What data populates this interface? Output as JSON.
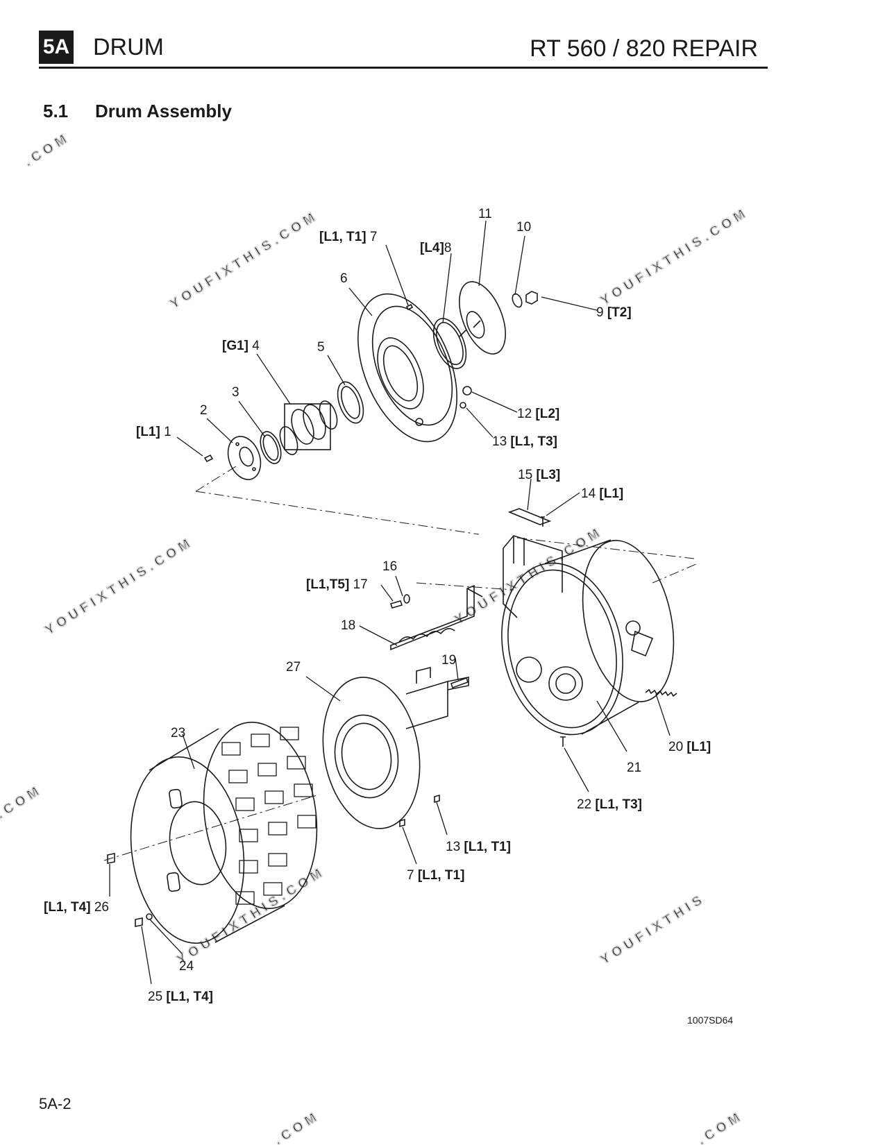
{
  "header": {
    "section_badge": "5A",
    "section_title": "DRUM",
    "document_title": "RT 560 / 820 REPAIR"
  },
  "section": {
    "number": "5.1",
    "title": "Drum Assembly"
  },
  "callouts": [
    {
      "id": "c1",
      "bold": "[L1]",
      "num": "1",
      "order": "bold-first"
    },
    {
      "id": "c2",
      "bold": "",
      "num": "2",
      "order": "num-first"
    },
    {
      "id": "c3",
      "bold": "",
      "num": "3",
      "order": "num-first"
    },
    {
      "id": "c4",
      "bold": "[G1]",
      "num": "4",
      "order": "bold-first"
    },
    {
      "id": "c5",
      "bold": "",
      "num": "5",
      "order": "num-first"
    },
    {
      "id": "c6",
      "bold": "",
      "num": "6",
      "order": "num-first"
    },
    {
      "id": "c7a",
      "bold": "[L1, T1]",
      "num": "7",
      "order": "bold-first"
    },
    {
      "id": "c8",
      "bold": "[L4]",
      "num": "8",
      "order": "bold-first"
    },
    {
      "id": "c9",
      "bold": "[T2]",
      "num": "9",
      "order": "num-first"
    },
    {
      "id": "c10",
      "bold": "",
      "num": "10",
      "order": "num-first"
    },
    {
      "id": "c11",
      "bold": "",
      "num": "11",
      "order": "num-first"
    },
    {
      "id": "c12",
      "bold": "[L2]",
      "num": "12",
      "order": "num-first"
    },
    {
      "id": "c13a",
      "bold": "[L1, T3]",
      "num": "13",
      "order": "num-first"
    },
    {
      "id": "c14",
      "bold": "[L1]",
      "num": "14",
      "order": "num-first"
    },
    {
      "id": "c15",
      "bold": "[L3]",
      "num": "15",
      "order": "num-first"
    },
    {
      "id": "c16",
      "bold": "",
      "num": "16",
      "order": "num-first"
    },
    {
      "id": "c17",
      "bold": "[L1,T5]",
      "num": "17",
      "order": "bold-first"
    },
    {
      "id": "c18",
      "bold": "",
      "num": "18",
      "order": "num-first"
    },
    {
      "id": "c19",
      "bold": "",
      "num": "19",
      "order": "num-first"
    },
    {
      "id": "c20",
      "bold": "[L1]",
      "num": "20",
      "order": "num-first"
    },
    {
      "id": "c21",
      "bold": "",
      "num": "21",
      "order": "num-first"
    },
    {
      "id": "c22",
      "bold": "[L1, T3]",
      "num": "22",
      "order": "num-first"
    },
    {
      "id": "c23",
      "bold": "",
      "num": "23",
      "order": "num-first"
    },
    {
      "id": "c24",
      "bold": "",
      "num": "24",
      "order": "num-first"
    },
    {
      "id": "c25",
      "bold": "[L1, T4]",
      "num": "25",
      "order": "num-first"
    },
    {
      "id": "c26",
      "bold": "[L1, T4]",
      "num": "26",
      "order": "bold-first"
    },
    {
      "id": "c27",
      "bold": "",
      "num": "27",
      "order": "num-first"
    },
    {
      "id": "c13b",
      "bold": "[L1, T1]",
      "num": "13",
      "order": "num-first"
    },
    {
      "id": "c7b",
      "bold": "[L1, T1]",
      "num": "7",
      "order": "num-first"
    }
  ],
  "figure_number": "1007SD64",
  "watermarks": [
    "YOUFIXTHIS.COM",
    "YOUFIXTHIS",
    ".COM"
  ],
  "footer": {
    "page_number": "5A-2"
  }
}
